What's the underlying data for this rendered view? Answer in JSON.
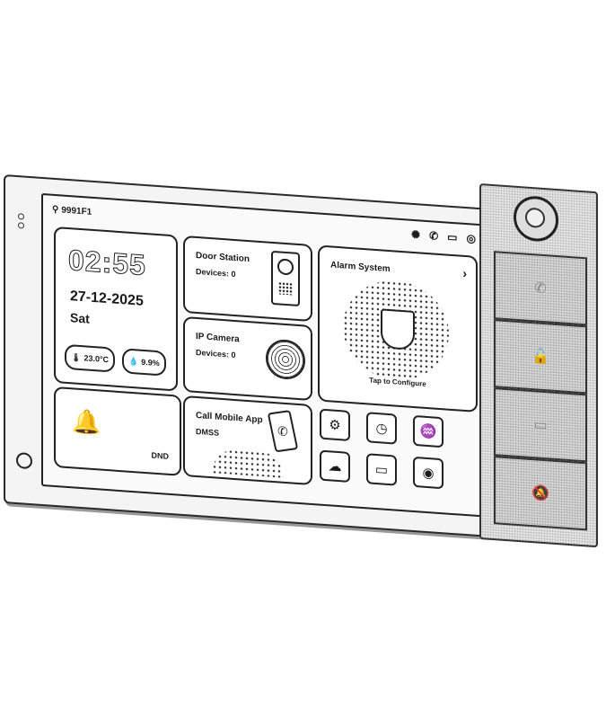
{
  "status_bar": {
    "location": "9991F1"
  },
  "time_tile": {
    "time": "02:55",
    "date": "27-12-2025",
    "day": "Sat",
    "temperature": "23.0°C",
    "humidity": "9.9%"
  },
  "door_station": {
    "title": "Door Station",
    "subtitle": "Devices: 0"
  },
  "ip_camera": {
    "title": "IP Camera",
    "subtitle": "Devices: 0"
  },
  "alarm": {
    "title": "Alarm System",
    "hint": "Tap to Configure"
  },
  "dnd": {
    "label": "DND"
  },
  "mobile": {
    "title": "Call Mobile App",
    "subtitle": "DMSS"
  },
  "apps": [
    "gear-icon",
    "clock-icon",
    "voice-icon",
    "cloud-icon",
    "folder-icon",
    "camera-icon"
  ]
}
